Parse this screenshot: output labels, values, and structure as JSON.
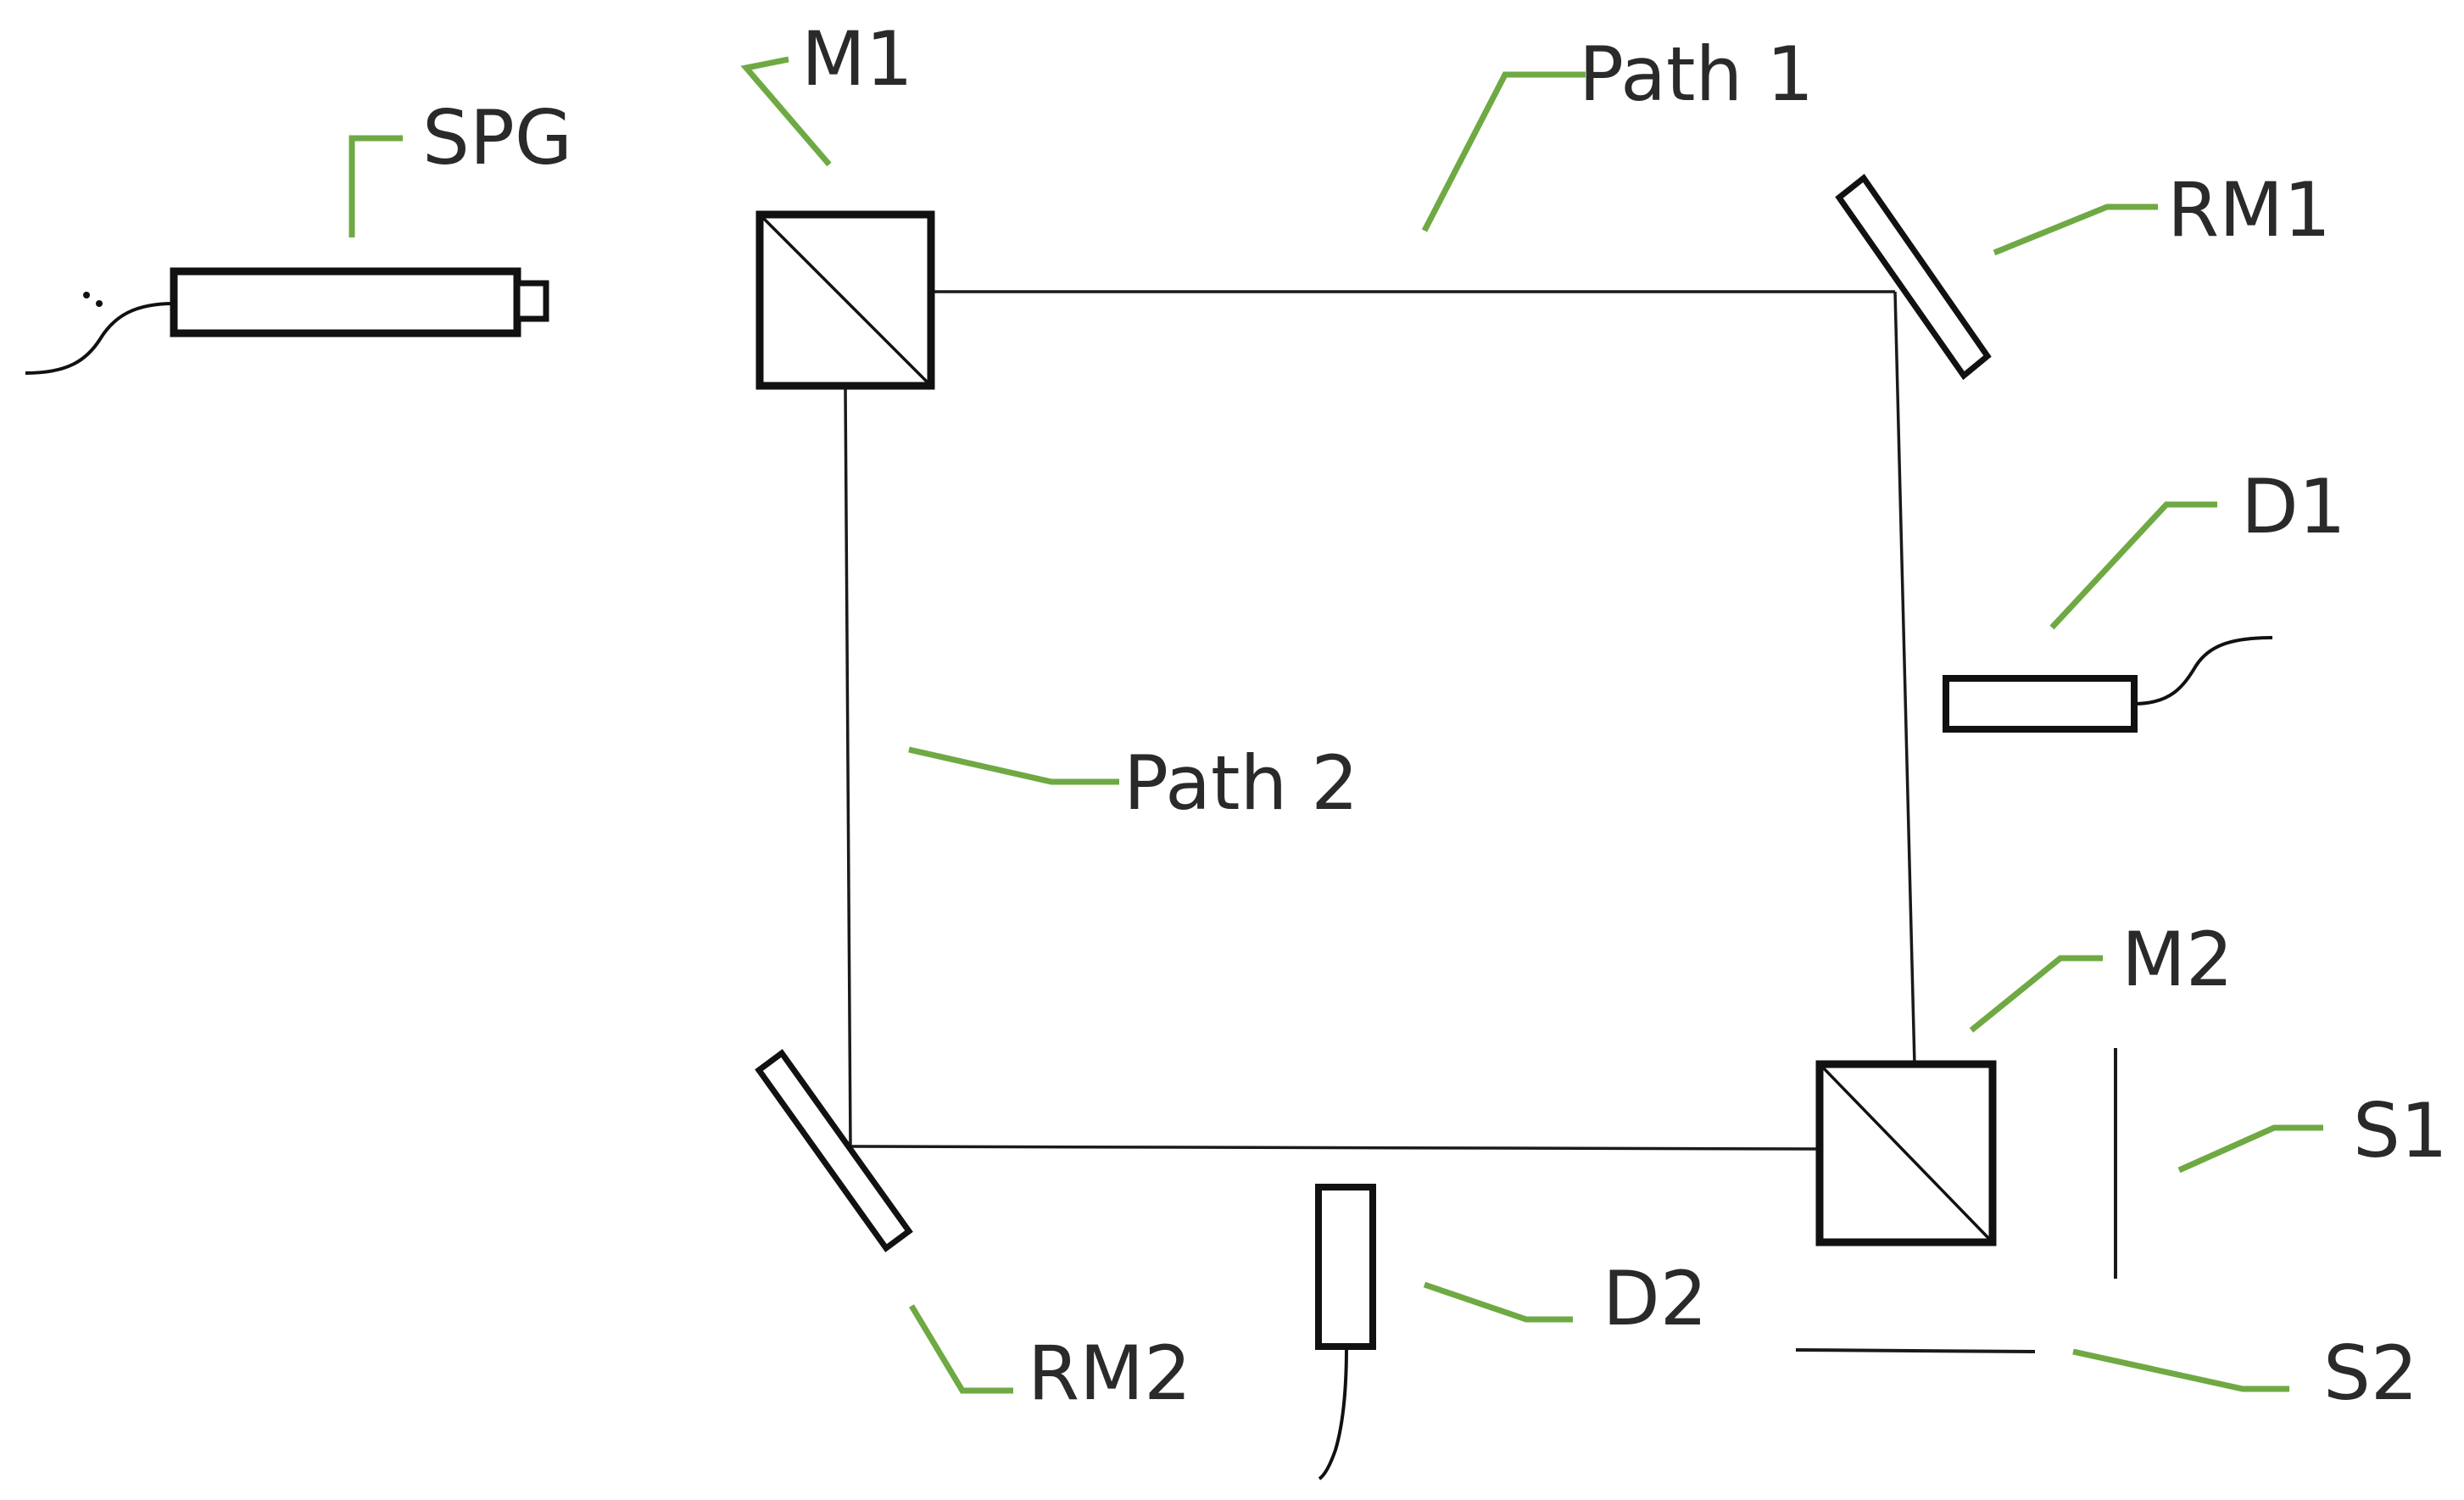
{
  "diagram": {
    "labels": {
      "spg": "SPG",
      "m1": "M1",
      "path1": "Path 1",
      "rm1": "RM1",
      "d1": "D1",
      "path2": "Path 2",
      "m2": "M2",
      "s1": "S1",
      "d2": "D2",
      "rm2": "RM2",
      "s2": "S2"
    },
    "colors": {
      "leader": "#6fa943",
      "optics": "#111111",
      "text": "#2a2a2a"
    }
  }
}
